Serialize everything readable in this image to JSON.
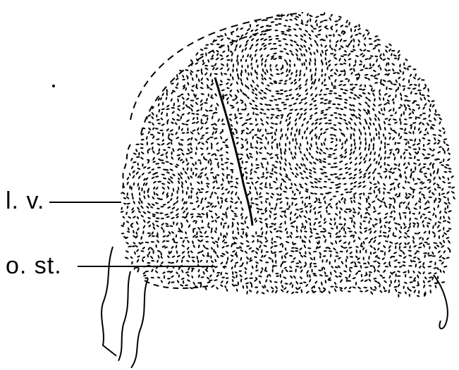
{
  "figure": {
    "labels": [
      {
        "id": "lv",
        "text": "l. v."
      },
      {
        "id": "ost",
        "text": "o. st."
      }
    ],
    "colors": {
      "ink": "#000000",
      "paper": "#ffffff"
    }
  }
}
